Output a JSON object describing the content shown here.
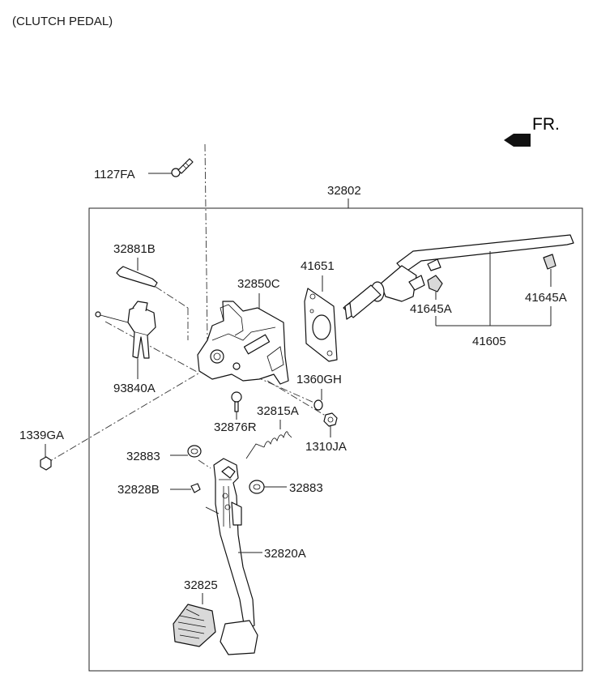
{
  "title": "(CLUTCH PEDAL)",
  "direction": "FR.",
  "labels": {
    "p1127FA": "1127FA",
    "p32802": "32802",
    "p32881B": "32881B",
    "p41651": "41651",
    "p32850C": "32850C",
    "p41645A_left": "41645A",
    "p41645A_right": "41645A",
    "p41605": "41605",
    "p93840A": "93840A",
    "p1360GH": "1360GH",
    "p32815A": "32815A",
    "p32876R": "32876R",
    "p1310JA": "1310JA",
    "p1339GA": "1339GA",
    "p32883_top": "32883",
    "p32828B": "32828B",
    "p32883_right": "32883",
    "p32820A": "32820A",
    "p32825": "32825"
  }
}
